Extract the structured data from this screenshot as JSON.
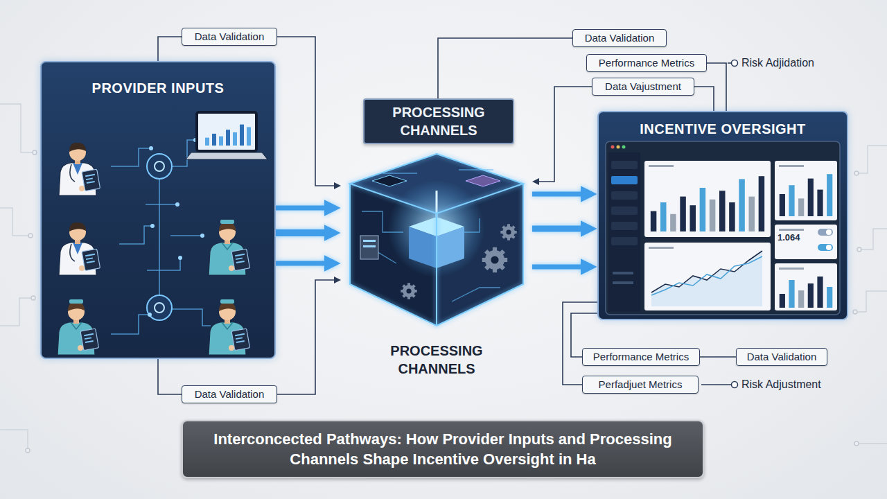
{
  "diagram": {
    "title": "Interconcected Pathways: How Provider Inputs and Processing Channels Shape Incentive Oversight in Ha",
    "nodes": [
      {
        "text": [
          "Data Validation"
        ]
      },
      {
        "text": [
          "Data Validation"
        ]
      },
      {
        "text": [
          "Performance Metrics"
        ]
      },
      {
        "text": [
          "Data Vajustment"
        ]
      },
      {
        "text": [
          "PROVIDER INPUTS"
        ]
      },
      {
        "text": [
          "PROCESSING CHANNELS"
        ]
      },
      {
        "text": [
          "INCENTIVE OVERSIGHT"
        ]
      },
      {
        "text": [
          "PROCESSING CHANNELS"
        ]
      },
      {
        "text": [
          "Performance Metrics"
        ]
      },
      {
        "text": [
          "Data Validation"
        ]
      },
      {
        "text": [
          "Perfadjuet Metrics"
        ]
      },
      {
        "text": [
          "Data Validation"
        ]
      }
    ],
    "edges": [
      {
        "from": 4,
        "to": 7,
        "arrow": "to"
      },
      {
        "from": 4,
        "to": 7,
        "arrow": "to"
      },
      {
        "from": 4,
        "to": 7,
        "arrow": "to"
      },
      {
        "from": 7,
        "to": 6,
        "arrow": "to"
      },
      {
        "from": 7,
        "to": 6,
        "arrow": "to"
      },
      {
        "from": 7,
        "to": 6,
        "arrow": "to"
      },
      {
        "from": 4,
        "to": 0,
        "arrow": "none"
      },
      {
        "from": 0,
        "to": 7,
        "arrow": "to"
      },
      {
        "from": 4,
        "to": 11,
        "arrow": "none"
      },
      {
        "from": 11,
        "to": 7,
        "arrow": "to"
      },
      {
        "from": 5,
        "to": 1,
        "arrow": "none"
      },
      {
        "from": 2,
        "to": 6,
        "arrow": "none"
      },
      {
        "from": 3,
        "to": 6,
        "arrow": "none"
      },
      {
        "from": 3,
        "to": 7,
        "arrow": "to"
      },
      {
        "from": 6,
        "to": 8,
        "arrow": "none"
      },
      {
        "from": 8,
        "to": 9,
        "arrow": "none"
      },
      {
        "from": 6,
        "to": 10,
        "arrow": "none"
      }
    ],
    "labels": [
      "Risk Adjidation",
      "Risk Adjustment",
      "1.064"
    ]
  }
}
